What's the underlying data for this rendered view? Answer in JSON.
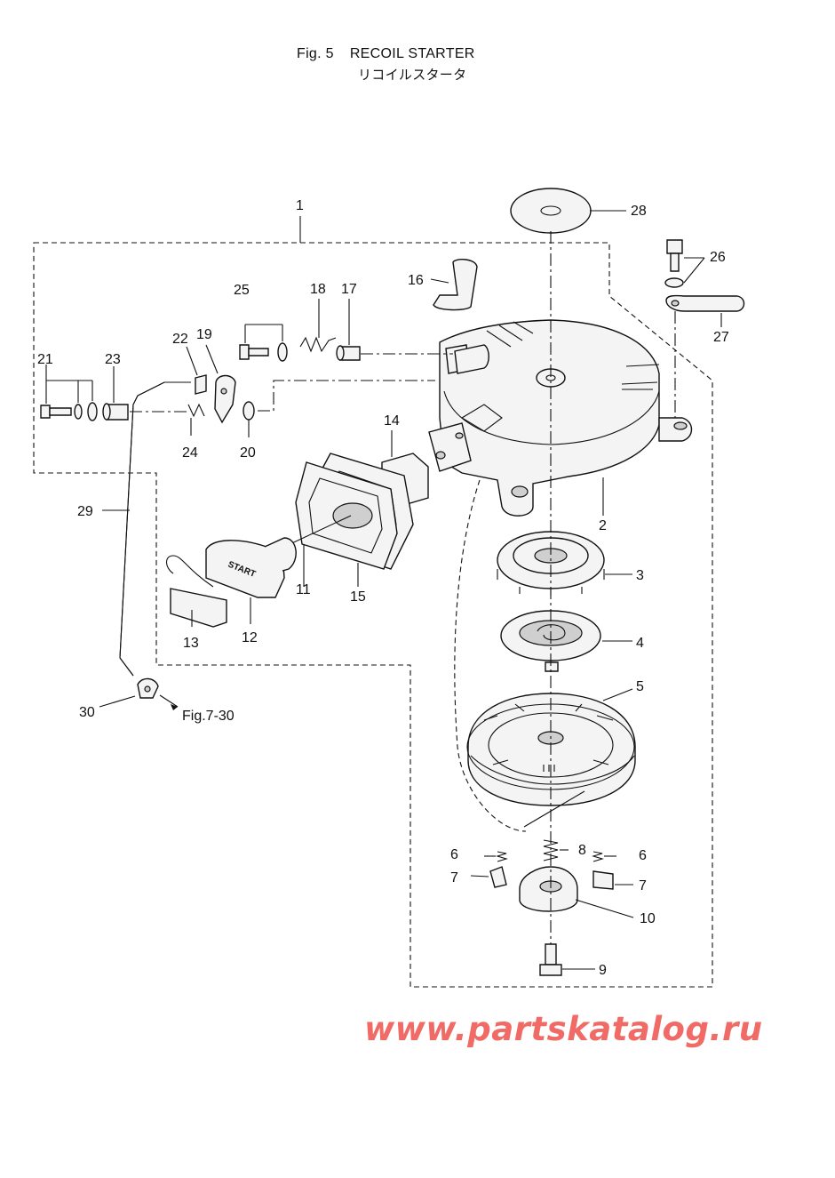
{
  "figure": {
    "number": "Fig. 5",
    "title": "RECOIL STARTER",
    "subtitle": "リコイルスタータ"
  },
  "callouts": [
    "1",
    "2",
    "3",
    "4",
    "5",
    "6",
    "6",
    "7",
    "7",
    "8",
    "9",
    "10",
    "11",
    "12",
    "13",
    "14",
    "15",
    "16",
    "17",
    "18",
    "19",
    "20",
    "21",
    "22",
    "23",
    "24",
    "25",
    "26",
    "27",
    "28",
    "29",
    "30"
  ],
  "reference": "Fig.7-30",
  "handle_text": "START",
  "watermark": "www.partskatalog.ru",
  "colors": {
    "watermark": "#f06a66",
    "lines": "#111111"
  }
}
